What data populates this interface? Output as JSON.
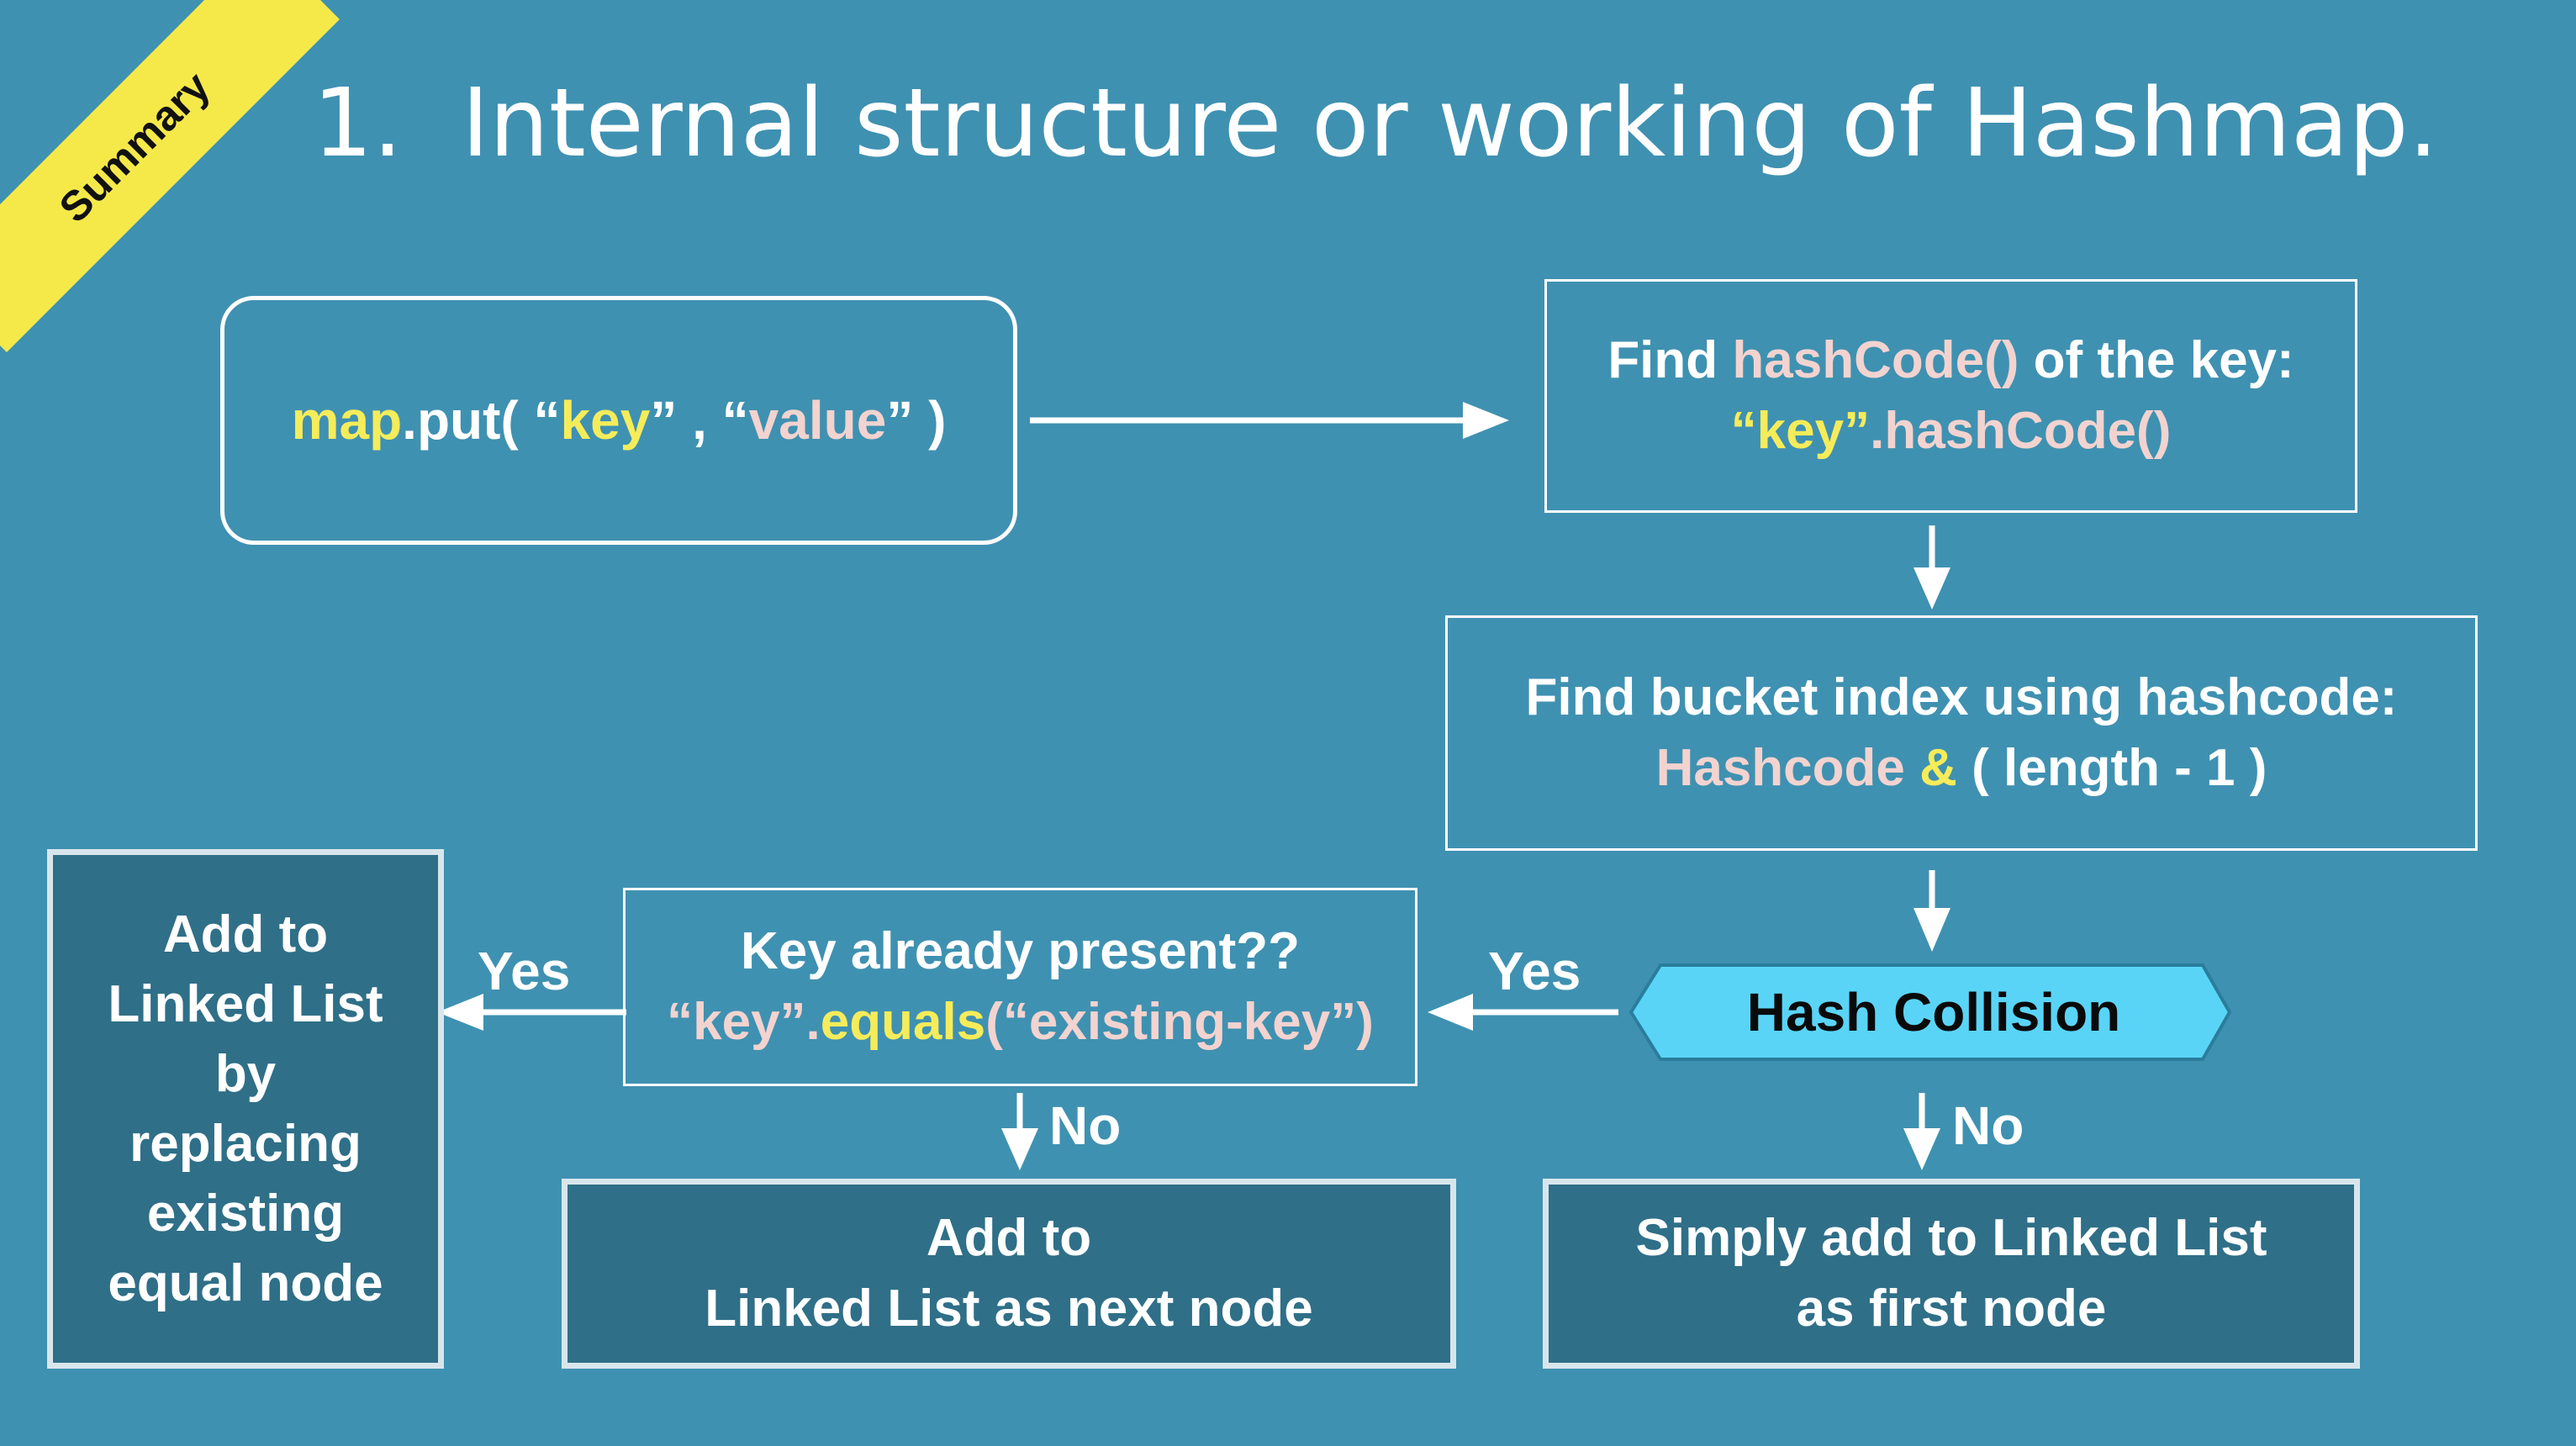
{
  "ribbon": {
    "label": "Summary"
  },
  "title": {
    "number": "1.",
    "text": "Internal structure or working of Hashmap."
  },
  "put_box": {
    "obj": "map",
    "call": ".put( “",
    "key": "key",
    "sep": "” , “",
    "value": "value",
    "end": "” )"
  },
  "hash_box": {
    "line1_a": "Find ",
    "line1_b": "hashCode()",
    "line1_c": " of the key:",
    "line2_a": "“key”",
    "line2_b": ".hashCode()"
  },
  "bucket_box": {
    "line1": "Find bucket index using hashcode:",
    "line2_a": "Hashcode ",
    "line2_b": "&",
    "line2_c": " ( length - 1 )"
  },
  "collision": {
    "label": "Hash Collision"
  },
  "equals_box": {
    "line1": "Key already present??",
    "line2_a": "“key”.",
    "line2_b": "equals",
    "line2_c": "(“existing-key”)"
  },
  "replace_box": {
    "lines": [
      "Add to",
      "Linked List",
      "by",
      "replacing",
      "existing",
      "equal node"
    ]
  },
  "next_box": {
    "line1": "Add to",
    "line2": "Linked List as next node"
  },
  "first_box": {
    "line1": "Simply add to Linked List",
    "line2": "as first node"
  },
  "labels": {
    "yes1": "Yes",
    "yes2": "Yes",
    "no1": "No",
    "no2": "No"
  },
  "colors": {
    "background": "#3f91b1",
    "ribbon": "#f5e94a",
    "collision": "#5ad4f6",
    "dark_box": "#2f6f88",
    "highlight": "#f6ec5a"
  }
}
